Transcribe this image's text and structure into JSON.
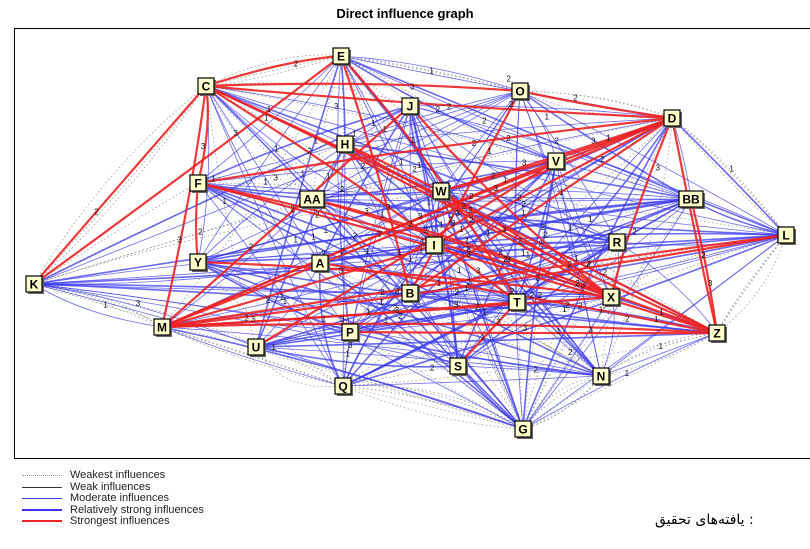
{
  "title": "Direct influence graph",
  "nodes": [
    {
      "label": "E"
    },
    {
      "label": "C"
    },
    {
      "label": "O"
    },
    {
      "label": "J"
    },
    {
      "label": "D"
    },
    {
      "label": "H"
    },
    {
      "label": "V"
    },
    {
      "label": "F"
    },
    {
      "label": "W"
    },
    {
      "label": "AA"
    },
    {
      "label": "BB"
    },
    {
      "label": "L"
    },
    {
      "label": "R"
    },
    {
      "label": "I"
    },
    {
      "label": "K"
    },
    {
      "label": "Y"
    },
    {
      "label": "A"
    },
    {
      "label": "B"
    },
    {
      "label": "T"
    },
    {
      "label": "X"
    },
    {
      "label": "M"
    },
    {
      "label": "P"
    },
    {
      "label": "Z"
    },
    {
      "label": "U"
    },
    {
      "label": "S"
    },
    {
      "label": "N"
    },
    {
      "label": "Q"
    },
    {
      "label": "G"
    }
  ],
  "strongest_edges": [
    [
      "C",
      "E"
    ],
    [
      "C",
      "O"
    ],
    [
      "C",
      "D"
    ],
    [
      "C",
      "X"
    ],
    [
      "C",
      "Z"
    ],
    [
      "C",
      "T"
    ],
    [
      "C",
      "F"
    ],
    [
      "C",
      "M"
    ],
    [
      "C",
      "K"
    ],
    [
      "D",
      "O"
    ],
    [
      "D",
      "Z"
    ],
    [
      "D",
      "X"
    ],
    [
      "D",
      "I"
    ],
    [
      "D",
      "M"
    ],
    [
      "D",
      "B"
    ],
    [
      "D",
      "W"
    ],
    [
      "E",
      "B"
    ],
    [
      "E",
      "T"
    ],
    [
      "F",
      "D"
    ],
    [
      "F",
      "X"
    ],
    [
      "F",
      "Z"
    ],
    [
      "F",
      "Y"
    ],
    [
      "K",
      "E"
    ],
    [
      "M",
      "D"
    ],
    [
      "M",
      "Z"
    ],
    [
      "M",
      "X"
    ],
    [
      "M",
      "V"
    ],
    [
      "M",
      "L"
    ],
    [
      "M",
      "I"
    ],
    [
      "M",
      "T"
    ],
    [
      "H",
      "X"
    ],
    [
      "H",
      "Z"
    ],
    [
      "AA",
      "Z"
    ],
    [
      "AA",
      "X"
    ],
    [
      "J",
      "X"
    ],
    [
      "J",
      "M"
    ],
    [
      "W",
      "D"
    ],
    [
      "BB",
      "Z"
    ],
    [
      "Y",
      "X"
    ],
    [
      "P",
      "Z"
    ],
    [
      "S",
      "T"
    ],
    [
      "U",
      "V"
    ],
    [
      "L",
      "M"
    ],
    [
      "A",
      "Z"
    ],
    [
      "O",
      "B"
    ]
  ],
  "edge_weight_labels": [
    "1",
    "2",
    "3"
  ],
  "legend": [
    {
      "label": "Weakest influences",
      "color": "#9a9a9a",
      "style": "dotted",
      "width": 1
    },
    {
      "label": "Weak influences",
      "color": "#333333",
      "style": "solid",
      "width": 1
    },
    {
      "label": "Moderate influences",
      "color": "#3a3af0",
      "style": "solid",
      "width": 1
    },
    {
      "label": "Relatively strong influences",
      "color": "#3a3af0",
      "style": "solid",
      "width": 2.5
    },
    {
      "label": "Strongest influences",
      "color": "#ee2222",
      "style": "solid",
      "width": 2.5
    }
  ],
  "source_note": ": یافته‌های تحقیق",
  "colors": {
    "node_fill": "#ffffcc",
    "node_border": "#000000",
    "strong": "#ee2222",
    "moderate": "#3a3af0",
    "weakest": "#9a9a9a"
  }
}
